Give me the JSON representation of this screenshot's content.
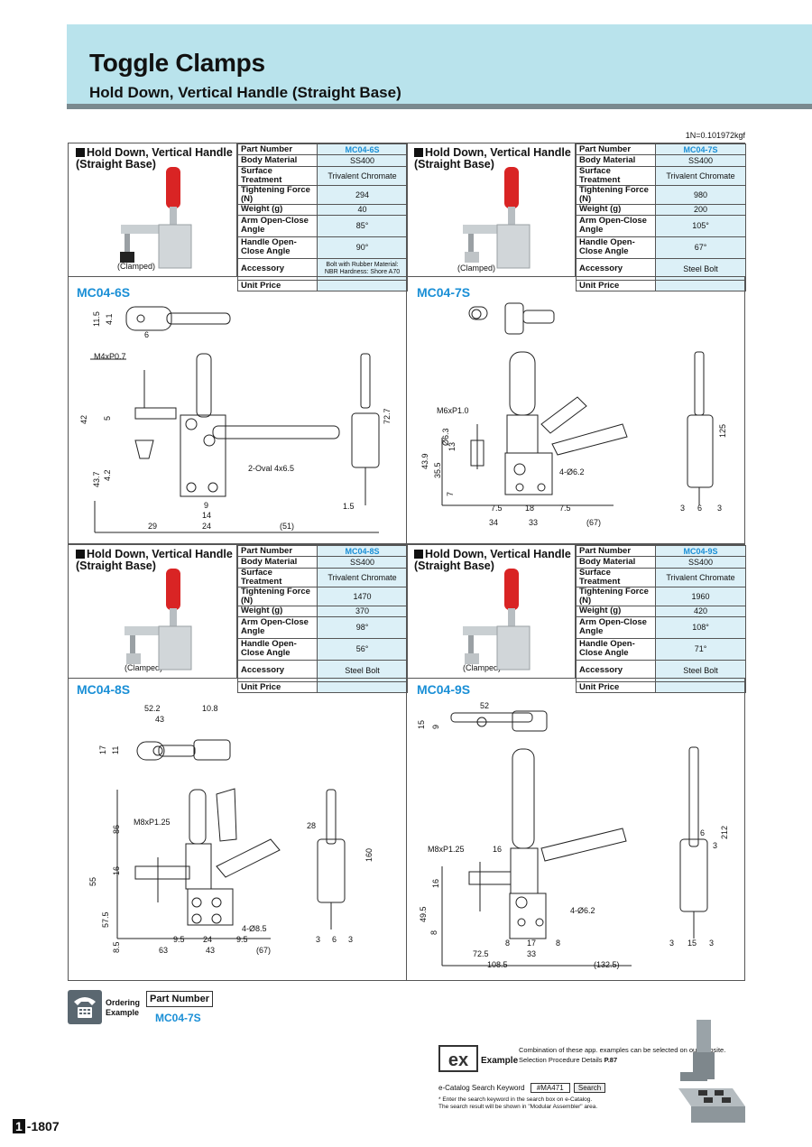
{
  "header": {
    "title": "Toggle Clamps",
    "subtitle": "Hold Down, Vertical Handle (Straight Base)"
  },
  "conversion": "1N=0.101972kgf",
  "spec_labels": [
    "Part Number",
    "Body Material",
    "Surface Treatment",
    "Tightening Force (N)",
    "Weight (g)",
    "Arm Open-Close Angle",
    "Handle Open-Close Angle",
    "Accessory",
    "Unit Price"
  ],
  "product_title": "Hold Down, Vertical Handle (Straight Base)",
  "clamped_label": "(Clamped)",
  "products": [
    {
      "pn": "MC04-6S",
      "material": "SS400",
      "surface": "Trivalent Chromate",
      "force": "294",
      "weight": "40",
      "arm": "85°",
      "handle": "90°",
      "accessory": "Bolt with Rubber Material: NBR Hardness: Shore A70",
      "price": ""
    },
    {
      "pn": "MC04-7S",
      "material": "SS400",
      "surface": "Trivalent Chromate",
      "force": "980",
      "weight": "200",
      "arm": "105°",
      "handle": "67°",
      "accessory": "Steel Bolt",
      "price": ""
    },
    {
      "pn": "MC04-8S",
      "material": "SS400",
      "surface": "Trivalent Chromate",
      "force": "1470",
      "weight": "370",
      "arm": "98°",
      "handle": "56°",
      "accessory": "Steel Bolt",
      "price": ""
    },
    {
      "pn": "MC04-9S",
      "material": "SS400",
      "surface": "Trivalent Chromate",
      "force": "1960",
      "weight": "420",
      "arm": "108°",
      "handle": "71°",
      "accessory": "Steel Bolt",
      "price": ""
    }
  ],
  "drawings": {
    "d6": {
      "label": "MC04-6S",
      "dims": [
        "11.5",
        "4.1",
        "6",
        "M4xP0.7",
        "42",
        "5",
        "43.7",
        "4.2",
        "2-Oval 4x6.5",
        "9",
        "14",
        "29",
        "24",
        "(51)",
        "72.7",
        "1.5"
      ]
    },
    "d7": {
      "label": "MC04-7S",
      "dims": [
        "Ø6.3",
        "M6xP1.0",
        "43.9",
        "35.5",
        "13",
        "7",
        "4-Ø6.2",
        "7.5",
        "18",
        "7.5",
        "34",
        "33",
        "(67)",
        "125",
        "3",
        "6",
        "3"
      ]
    },
    "d8": {
      "label": "MC04-8S",
      "dims": [
        "52.2",
        "10.8",
        "43",
        "17",
        "11",
        "M8xP1.25",
        "86",
        "16",
        "55",
        "57.5",
        "8.5",
        "4-Ø8.5",
        "9.5",
        "24",
        "9.5",
        "63",
        "43",
        "(67)",
        "28",
        "160",
        "3",
        "6",
        "3"
      ]
    },
    "d9": {
      "label": "MC04-9S",
      "dims": [
        "52",
        "15",
        "9",
        "M8xP1.25",
        "16",
        "16",
        "49.5",
        "8",
        "4-Ø6.2",
        "8",
        "17",
        "8",
        "72.5",
        "33",
        "108.5",
        "(132.5)",
        "212",
        "6",
        "3",
        "3",
        "15",
        "3"
      ]
    }
  },
  "ordering": {
    "text1": "Ordering",
    "text2": "Example",
    "pn_label": "Part Number",
    "pn_value": "MC04-7S"
  },
  "example": {
    "label": "Example",
    "line1": "Combination of these app. examples can be selected on our website.",
    "line2": "Selection Procedure Details",
    "page_ref": "P.87",
    "search_label": "e-Catalog Search Keyword",
    "keyword": "#MA471",
    "search_button": "Search",
    "note": "* Enter the search keyword in the search box on e-Catalog. The search result will be shown in \"Modular Assembler\" area."
  },
  "page": {
    "section": "1",
    "number": "-1807"
  }
}
